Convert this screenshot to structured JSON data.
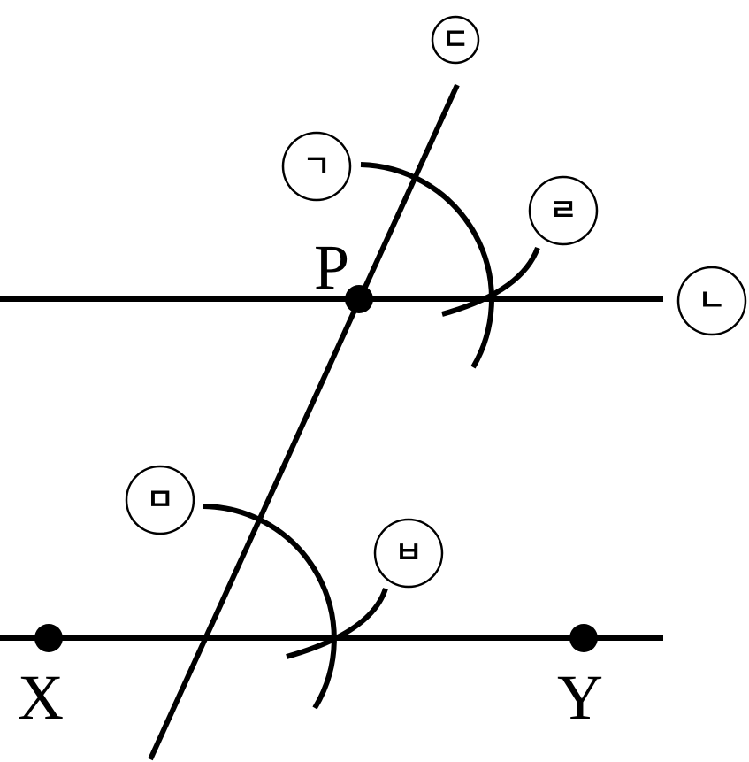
{
  "points": {
    "P": "P",
    "X": "X",
    "Y": "Y"
  },
  "markers": {
    "giyeok": "ㄱ",
    "nieun": "ㄴ",
    "digeut": "ㄷ",
    "rieul": "ㄹ",
    "mieum": "ㅁ",
    "bieup": "ㅂ"
  }
}
